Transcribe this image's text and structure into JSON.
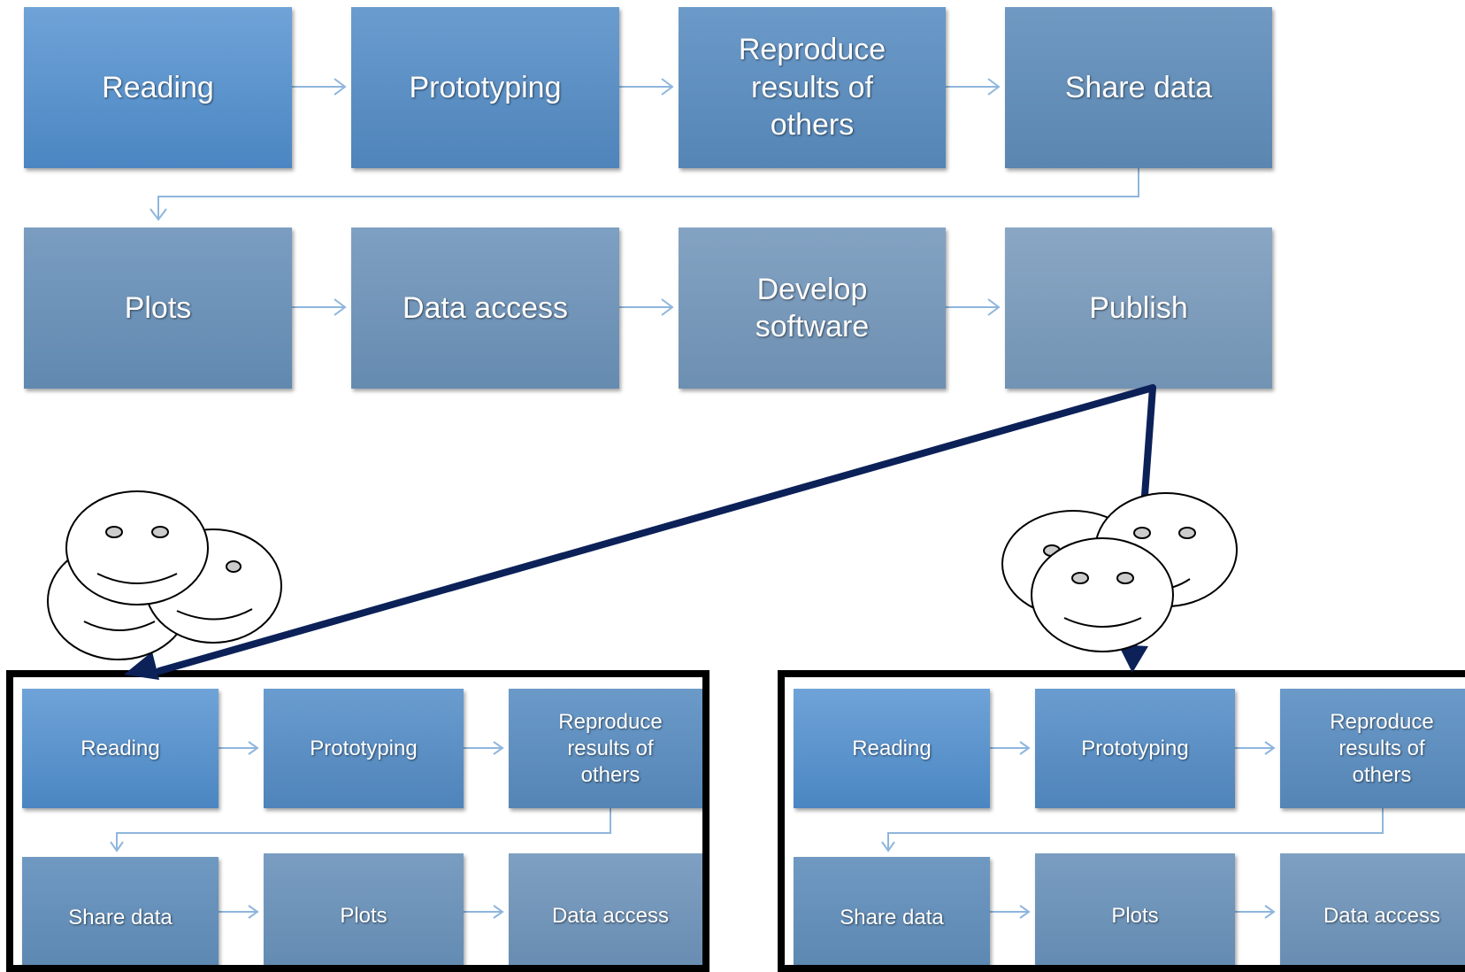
{
  "main_flow": {
    "row1": [
      "Reading",
      "Prototyping",
      "Reproduce results of others",
      "Share data"
    ],
    "row2": [
      "Plots",
      "Data access",
      "Develop software",
      "Publish"
    ]
  },
  "left_copy": {
    "row1": [
      "Reading",
      "Prototyping",
      "Reproduce results of others"
    ],
    "row2": [
      "Share data",
      "Plots",
      "Data access"
    ]
  },
  "right_copy": {
    "row1": [
      "Reading",
      "Prototyping",
      "Reproduce results of others"
    ],
    "row2": [
      "Share data",
      "Plots",
      "Data access"
    ]
  },
  "colors": {
    "connector_thin": "#8fb6dd",
    "connector_thick": "#0b2158",
    "frame": "#000000"
  }
}
